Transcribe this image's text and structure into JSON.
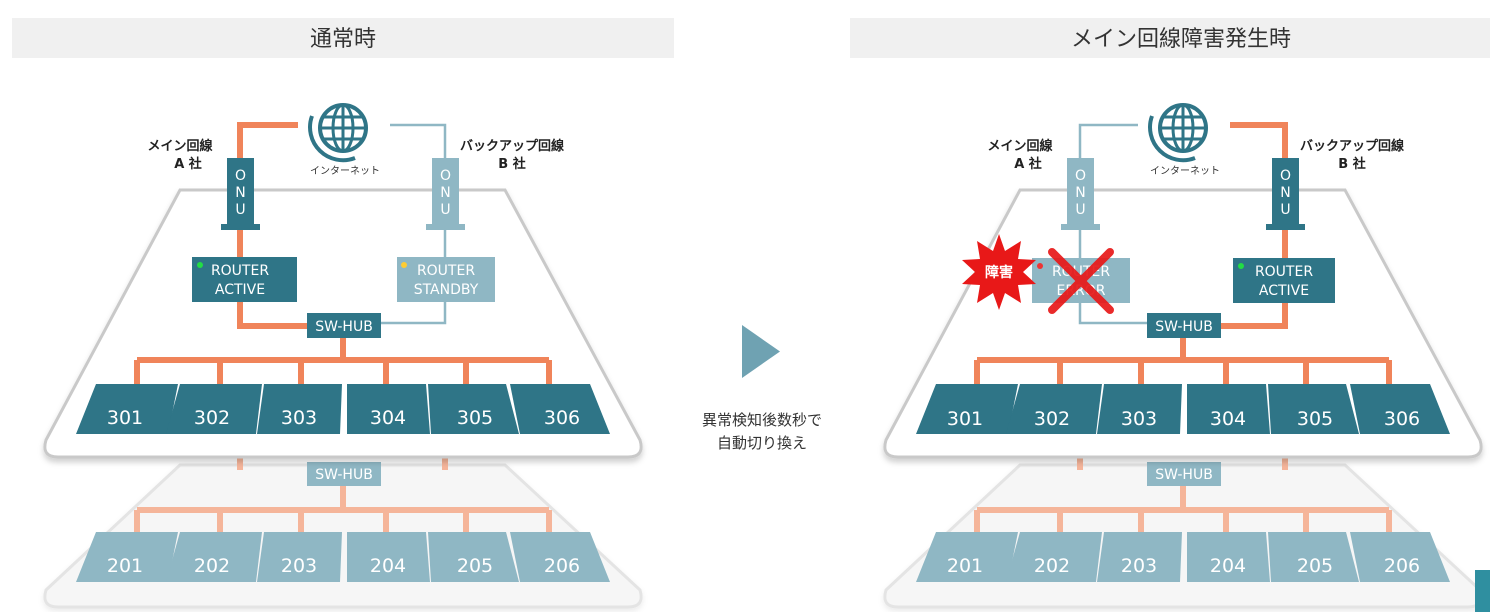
{
  "panels": [
    {
      "header": "通常時",
      "isp_left": {
        "line1": "メイン回線",
        "line2": "A 社"
      },
      "isp_right": {
        "line1": "バックアップ回線",
        "line2": "B 社"
      },
      "internet_label": "インターネット",
      "onu_label": [
        "O",
        "N",
        "U"
      ],
      "router_left": {
        "line1": "ROUTER",
        "line2": "ACTIVE",
        "status_color": "#22dd44"
      },
      "router_right": {
        "line1": "ROUTER",
        "line2": "STANDBY",
        "status_color": "#ffcc33"
      },
      "hub_top": "SW-HUB",
      "hub_bottom": "SW-HUB",
      "rooms_upper": [
        "301",
        "302",
        "303",
        "304",
        "305",
        "306"
      ],
      "rooms_lower": [
        "201",
        "202",
        "203",
        "204",
        "205",
        "206"
      ]
    },
    {
      "header": "メイン回線障害発生時",
      "isp_left": {
        "line1": "メイン回線",
        "line2": "A 社"
      },
      "isp_right": {
        "line1": "バックアップ回線",
        "line2": "B 社"
      },
      "internet_label": "インターネット",
      "onu_label": [
        "O",
        "N",
        "U"
      ],
      "router_left": {
        "line1": "ROUTER",
        "line2": "ERROR",
        "status_color": "#ee3333"
      },
      "router_right": {
        "line1": "ROUTER",
        "line2": "ACTIVE",
        "status_color": "#22dd44"
      },
      "hub_top": "SW-HUB",
      "hub_bottom": "SW-HUB",
      "rooms_upper": [
        "301",
        "302",
        "303",
        "304",
        "305",
        "306"
      ],
      "rooms_lower": [
        "201",
        "202",
        "203",
        "204",
        "205",
        "206"
      ],
      "failure_badge": "障害"
    }
  ],
  "transition": {
    "line1": "異常検知後数秒で",
    "line2": "自動切り換え"
  },
  "colors": {
    "teal_dark": "#2f7587",
    "teal_light": "#8fb7c4",
    "orange": "#f0845a",
    "orange_light": "#f5b59a",
    "header_bg": "#f0f0f0",
    "alert_red": "#e81818",
    "arrow": "#6fa2b2"
  },
  "icons": {
    "internet": "globe-icon",
    "failure": "cross-icon",
    "burst": "starburst-icon",
    "arrow": "triangle-right-icon"
  }
}
